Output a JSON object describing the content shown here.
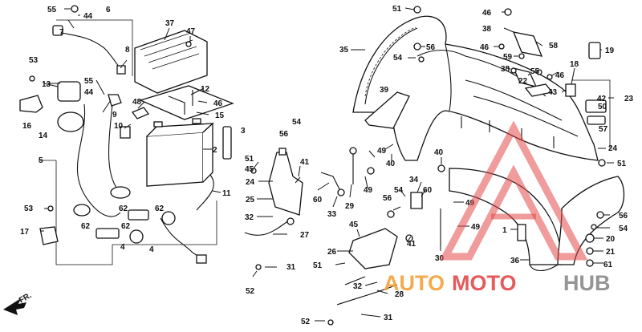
{
  "diagram": {
    "labels": {
      "p1": "1",
      "p2": "2",
      "p3": "3",
      "p4a": "4",
      "p4b": "4",
      "p5": "5",
      "p6": "6",
      "p7": "7",
      "p8": "8",
      "p9": "9",
      "p10": "10",
      "p11": "11",
      "p12": "12",
      "p13": "13",
      "p14": "14",
      "p15": "15",
      "p16": "16",
      "p17": "17",
      "p18": "18",
      "p19": "19",
      "p20": "20",
      "p21": "21",
      "p22": "22",
      "p23": "23",
      "p24": "24",
      "p25": "25",
      "p26": "26",
      "p27": "27",
      "p28": "28",
      "p29": "29",
      "p30": "30",
      "p31a": "31",
      "p31b": "31",
      "p32a": "32",
      "p32b": "32",
      "p33": "33",
      "p34": "34",
      "p35": "35",
      "p36": "36",
      "p37": "37",
      "p38a": "38",
      "p38b": "38",
      "p39": "39",
      "p40a": "40",
      "p40b": "40",
      "p41a": "41",
      "p41b": "41",
      "p42": "42",
      "p43": "43",
      "p44a": "44",
      "p44b": "44",
      "p45a": "45",
      "p45b": "45",
      "p46a": "46",
      "p46b": "46",
      "p46c": "46",
      "p46d": "46",
      "p47": "47",
      "p48": "48",
      "p49a": "49",
      "p49b": "49",
      "p49c": "49",
      "p49d": "49",
      "p50": "50",
      "p51a": "51",
      "p51b": "51",
      "p51c": "51",
      "p51d": "51",
      "p52a": "52",
      "p52b": "52",
      "p53a": "53",
      "p53b": "53",
      "p54a": "54",
      "p54b": "54",
      "p54c": "54",
      "p54d": "54",
      "p55a": "55",
      "p55b": "55",
      "p56a": "56",
      "p56b": "56",
      "p56c": "56",
      "p56d": "56",
      "p57": "57",
      "p58": "58",
      "p59": "59",
      "p60a": "60",
      "p60b": "60",
      "p61": "61",
      "p62a": "62",
      "p62b": "62",
      "p62c": "62",
      "p62d": "62"
    },
    "front_marker": "FR.",
    "watermark": {
      "part1": "AUTO",
      "part2": "MOTO",
      "part3": "HUB"
    },
    "colors": {
      "ink": "#111111",
      "watermark_red": "#e34a4a",
      "watermark_orange": "#f2a33a",
      "watermark_gray": "#8a8a8a"
    }
  }
}
